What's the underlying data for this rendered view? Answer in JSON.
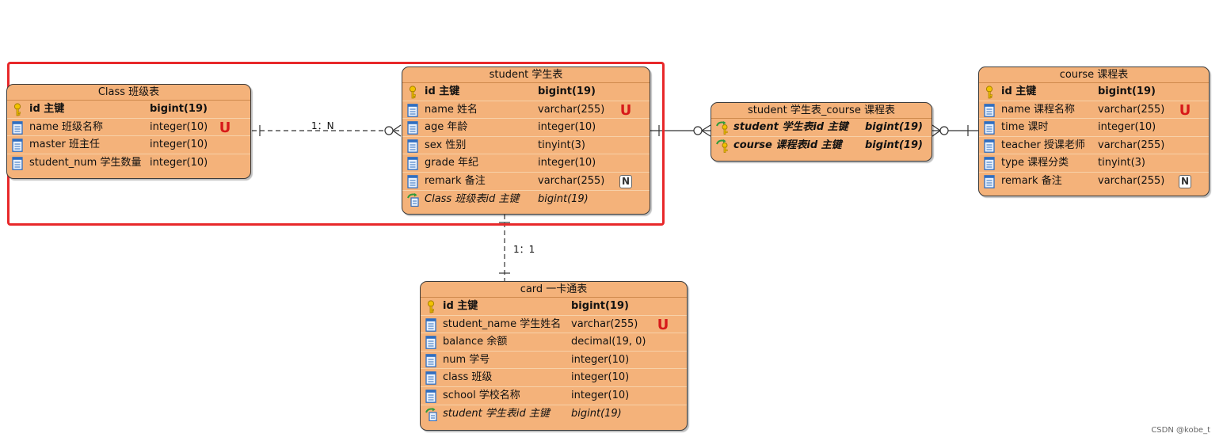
{
  "colors": {
    "entity_fill": "#f4b27a",
    "entity_border": "#3b3b3b",
    "highlight_box": "#e8282a",
    "unique_badge": "#d71a1a",
    "key_icon": "#f2c200",
    "column_icon": "#2f6ec1"
  },
  "entities": {
    "class": {
      "title": "Class 班级表",
      "rows": [
        {
          "name": "id 主键",
          "type": "bigint(19)",
          "kind": "pk",
          "badge": ""
        },
        {
          "name": "name 班级名称",
          "type": "integer(10)",
          "kind": "col",
          "badge": "U"
        },
        {
          "name": "master 班主任",
          "type": "integer(10)",
          "kind": "col",
          "badge": ""
        },
        {
          "name": "student_num 学生数量",
          "type": "integer(10)",
          "kind": "col",
          "badge": ""
        }
      ]
    },
    "student": {
      "title": "student 学生表",
      "rows": [
        {
          "name": "id 主键",
          "type": "bigint(19)",
          "kind": "pk",
          "badge": ""
        },
        {
          "name": "name 姓名",
          "type": "varchar(255)",
          "kind": "col",
          "badge": "U"
        },
        {
          "name": "age 年龄",
          "type": "integer(10)",
          "kind": "col",
          "badge": ""
        },
        {
          "name": "sex 性别",
          "type": "tinyint(3)",
          "kind": "col",
          "badge": ""
        },
        {
          "name": "grade 年纪",
          "type": "integer(10)",
          "kind": "col",
          "badge": ""
        },
        {
          "name": "remark 备注",
          "type": "varchar(255)",
          "kind": "col",
          "badge": "N"
        },
        {
          "name": "Class 班级表id 主键",
          "type": "bigint(19)",
          "kind": "fk",
          "badge": ""
        }
      ]
    },
    "student_course": {
      "title": "student 学生表_course 课程表",
      "rows": [
        {
          "name": "student 学生表id 主键",
          "type": "bigint(19)",
          "kind": "pfk",
          "badge": ""
        },
        {
          "name": "course 课程表id 主键",
          "type": "bigint(19)",
          "kind": "pfk",
          "badge": ""
        }
      ]
    },
    "course": {
      "title": "course 课程表",
      "rows": [
        {
          "name": "id 主键",
          "type": "bigint(19)",
          "kind": "pk",
          "badge": ""
        },
        {
          "name": "name 课程名称",
          "type": "varchar(255)",
          "kind": "col",
          "badge": "U"
        },
        {
          "name": "time 课时",
          "type": "integer(10)",
          "kind": "col",
          "badge": ""
        },
        {
          "name": "teacher 授课老师",
          "type": "varchar(255)",
          "kind": "col",
          "badge": ""
        },
        {
          "name": "type 课程分类",
          "type": "tinyint(3)",
          "kind": "col",
          "badge": ""
        },
        {
          "name": "remark 备注",
          "type": "varchar(255)",
          "kind": "col",
          "badge": "N"
        }
      ]
    },
    "card": {
      "title": "card 一卡通表",
      "rows": [
        {
          "name": "id 主键",
          "type": "bigint(19)",
          "kind": "pk",
          "badge": ""
        },
        {
          "name": "student_name 学生姓名",
          "type": "varchar(255)",
          "kind": "col",
          "badge": "U"
        },
        {
          "name": "balance 余额",
          "type": "decimal(19, 0)",
          "kind": "col",
          "badge": ""
        },
        {
          "name": "num 学号",
          "type": "integer(10)",
          "kind": "col",
          "badge": ""
        },
        {
          "name": "class 班级",
          "type": "integer(10)",
          "kind": "col",
          "badge": ""
        },
        {
          "name": "school 学校名称",
          "type": "integer(10)",
          "kind": "col",
          "badge": ""
        },
        {
          "name": "student 学生表id 主键",
          "type": "bigint(19)",
          "kind": "fk",
          "badge": ""
        }
      ]
    }
  },
  "relationships": {
    "class_student": "1：N",
    "student_card": "1：1"
  },
  "watermark": "CSDN @kobe_t"
}
